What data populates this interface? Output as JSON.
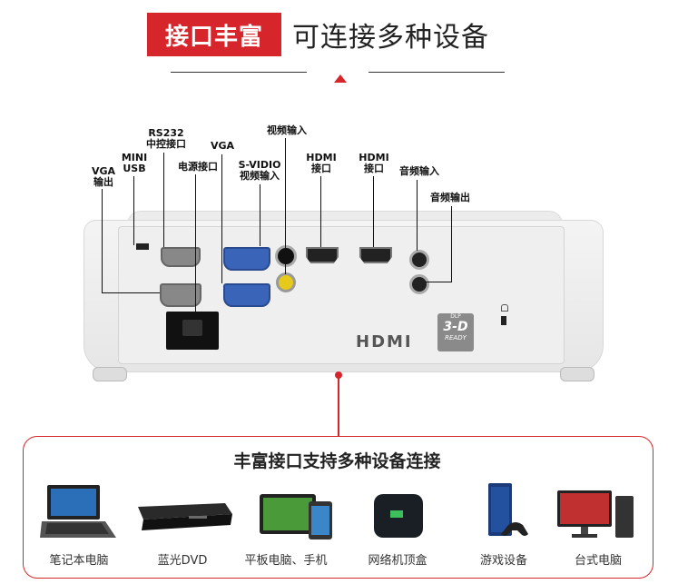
{
  "header": {
    "badge": "接口丰富",
    "title": "可连接多种设备"
  },
  "ports": {
    "vga_out": "VGA\n输出",
    "mini_usb": "MINI\nUSB",
    "rs232": "RS232\n中控接口",
    "power": "电源接口",
    "vga_in": "VGA",
    "s_video": "S-VIDIO\n视频输入",
    "video_in": "视频输入",
    "hdmi1": "HDMI\n接口",
    "hdmi2": "HDMI\n接口",
    "audio_in": "音频输入",
    "audio_out": "音频输出"
  },
  "projector": {
    "hdmi_logo": "HDMI",
    "dlp_badge": "3-D",
    "dlp_ready": "READY",
    "dlp_top": "DLP"
  },
  "devices": {
    "title": "丰富接口支持多种设备连接",
    "items": [
      {
        "label": "笔记本电脑",
        "icon": "laptop-icon"
      },
      {
        "label": "蓝光DVD",
        "icon": "bluray-player-icon"
      },
      {
        "label": "平板电脑、手机",
        "icon": "tablet-phone-icon"
      },
      {
        "label": "网络机顶盒",
        "icon": "set-top-box-icon"
      },
      {
        "label": "游戏设备",
        "icon": "game-console-icon"
      },
      {
        "label": "台式电脑",
        "icon": "desktop-computer-icon"
      }
    ]
  },
  "colors": {
    "accent": "#d7262b"
  }
}
